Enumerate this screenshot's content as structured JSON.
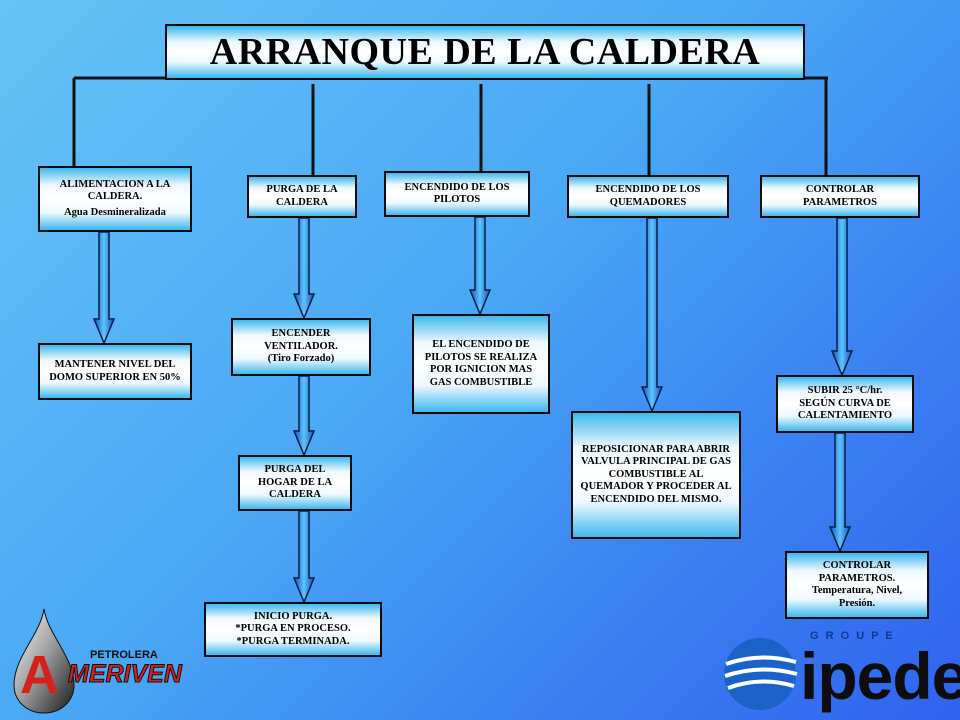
{
  "title": "ARRANQUE DE LA CALDERA",
  "columns": {
    "alimentacion": {
      "head_line1": "ALIMENTACION  A LA CALDERA.",
      "head_line2": "Agua Desmineralizada",
      "step1": "MANTENER NIVEL DEL DOMO SUPERIOR EN 50%"
    },
    "purga": {
      "head": "PURGA DE LA CALDERA",
      "step1_line1": "ENCENDER VENTILADOR.",
      "step1_line2": "(Tiro Forzado)",
      "step2": "PURGA DEL HOGAR DE  LA CALDERA",
      "step3_line1": "INICIO PURGA.",
      "step3_line2": "*PURGA EN PROCESO.",
      "step3_line3": "*PURGA TERMINADA."
    },
    "pilotos": {
      "head": "ENCENDIDO DE LOS PILOTOS",
      "step1": "EL ENCENDIDO DE PILOTOS SE REALIZA POR IGNICION MAS GAS COMBUSTIBLE"
    },
    "quemadores": {
      "head": "ENCENDIDO DE LOS QUEMADORES",
      "step1": "REPOSICIONAR PARA ABRIR VALVULA PRINCIPAL DE GAS COMBUSTIBLE AL QUEMADOR Y PROCEDER AL ENCENDIDO DEL MISMO."
    },
    "controlar": {
      "head": "CONTROLAR PARAMETROS",
      "step1_line1": "SUBIR 25 °C/hr.",
      "step1_line2": "SEGÚN CURVA DE CALENTAMIENTO",
      "step2_line1": "CONTROLAR PARAMETROS.",
      "step2_line2": "Temperatura, Nivel, Presión."
    }
  },
  "logos": {
    "left_small": "PETROLERA",
    "left_big": "MERIVEN",
    "right_small": "G R O U P E",
    "right_big": "ipedex"
  },
  "colors": {
    "background_start": "#67c3f5",
    "background_end": "#2f63ee",
    "arrow": "#1f7fdc",
    "logo_red": "#d4211a",
    "logo_blue": "#1b62c8"
  }
}
